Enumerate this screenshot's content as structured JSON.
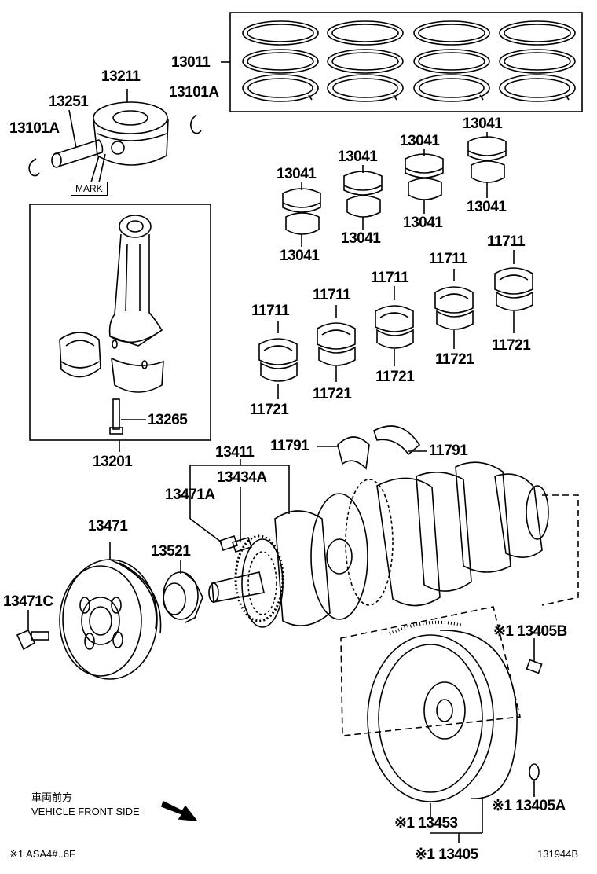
{
  "labels": {
    "p13011": "13011",
    "p13211": "13211",
    "p13251": "13251",
    "p13101a_left": "13101A",
    "p13101a_right": "13101A",
    "mark": "MARK",
    "p13041": [
      "13041",
      "13041",
      "13041",
      "13041",
      "13041",
      "13041",
      "13041",
      "13041"
    ],
    "p11711": [
      "11711",
      "11711",
      "11711",
      "11711",
      "11711"
    ],
    "p11721": [
      "11721",
      "11721",
      "11721",
      "11721",
      "11721"
    ],
    "p13265": "13265",
    "p13201": "13201",
    "p11791_left": "11791",
    "p11791_right": "11791",
    "p13411": "13411",
    "p13434a": "13434A",
    "p13471a": "13471A",
    "p13471": "13471",
    "p13521": "13521",
    "p13471c": "13471C",
    "p13405b": "※1 13405B",
    "p13405a": "※1 13405A",
    "p13453": "※1 13453",
    "p13405": "※1 13405"
  },
  "notes": {
    "front_jp": "車両前方",
    "front_en": "VEHICLE FRONT SIDE",
    "footnote": "※1 ASA4#..6F",
    "drawing_id": "131944B"
  }
}
